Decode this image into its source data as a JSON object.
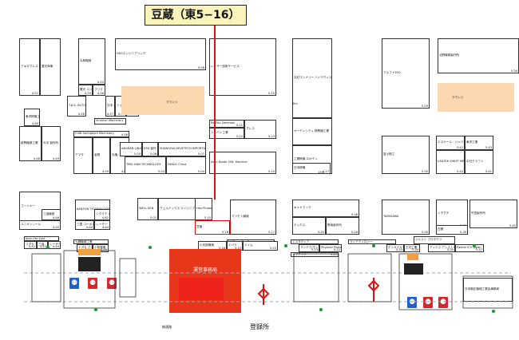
{
  "callout": {
    "title": "豆蔵（東5−16）"
  },
  "booths": [
    {
      "name": "アキダプレス システム",
      "code": "4-51"
    },
    {
      "name": "菱光商事",
      "code": ""
    },
    {
      "name": "丸和機械",
      "code": "4-54"
    },
    {
      "name": "電光 エンジニアリング",
      "code": "4-55"
    },
    {
      "name": "T.K.S. AUTOMATION",
      "code": "4-58"
    },
    {
      "name": "プリマ",
      "code": "4-56"
    },
    {
      "name": "日本 ロボット",
      "code": "4-57"
    },
    {
      "name": "ジェーイー システム",
      "code": "4-57"
    },
    {
      "name": "日本ロボ 工業会",
      "code": "4-59"
    },
    {
      "name": "Vinstron Machinery",
      "code": ""
    },
    {
      "name": "HSGエンジニアリング",
      "code": "5-08"
    },
    {
      "name": "ラウンジ",
      "code": ""
    },
    {
      "name": "レーザー技術サービス",
      "code": "5-10"
    },
    {
      "name": "東洋精機工業",
      "code": "4-60"
    },
    {
      "name": "新興機械工業",
      "code": "4-48"
    },
    {
      "name": "大宇 製作所",
      "code": "4-49"
    },
    {
      "name": "FHW Springtech Machinery",
      "code": "4-58"
    },
    {
      "name": "アマダ",
      "code": ""
    },
    {
      "name": "金剛",
      "code": "4-59"
    },
    {
      "name": "光機",
      "code": "4-60"
    },
    {
      "name": "ANGRAN LINXIN TRADING",
      "code": "5-00"
    },
    {
      "name": "ESD 製作",
      "code": "5-06"
    },
    {
      "name": "SHANGHAI DEVETECH IMPORT&EXPORT",
      "code": "5-07"
    },
    {
      "name": "TING HAN TECHNOLOGY",
      "code": "5-03"
    },
    {
      "name": "FANUC China",
      "code": "5-04"
    },
    {
      "name": "RadTec Denmark",
      "code": "5-11"
    },
    {
      "name": "トーバン工業",
      "code": "5-12"
    },
    {
      "name": "プレス",
      "code": "5-13"
    },
    {
      "name": "Jinan Bodor CNC Machine",
      "code": "5-14"
    },
    {
      "name": "丸紅マシナリー ハイテクノス",
      "code": ""
    },
    {
      "name": "オーテンシティ 精興機工業",
      "code": ""
    },
    {
      "name": "工業精機 ロボテン",
      "code": ""
    },
    {
      "name": "日本精機",
      "code": "5-27"
    },
    {
      "name": "アルファTKG",
      "code": "5-29"
    },
    {
      "name": "富士精工",
      "code": "5-30"
    },
    {
      "name": "エスケール・ジャパン",
      "code": "5-42"
    },
    {
      "name": "東洋工業",
      "code": "5-43"
    },
    {
      "name": "LANTEK SHEET METAL SOLUTIONS",
      "code": "5-40"
    },
    {
      "name": "中日クラフト",
      "code": "5-41"
    },
    {
      "name": "北野機械製作所",
      "code": "5-34"
    },
    {
      "name": "ゴーシャー",
      "code": "4-47"
    },
    {
      "name": "三協機械",
      "code": "4-46"
    },
    {
      "name": "ユニオンシール",
      "code": "4-45"
    },
    {
      "name": "KANTON TECHNOLOGY",
      "code": "4-61"
    },
    {
      "name": "シグマテック ジャパン",
      "code": "4-62"
    },
    {
      "name": "三菱 コーポレーション",
      "code": "4-64"
    },
    {
      "name": "レーザー",
      "code": "4-63"
    },
    {
      "name": "WELL KEN",
      "code": "5-01"
    },
    {
      "name": "ヴェルテックス エンジニアリング",
      "code": "5-02"
    },
    {
      "name": "Hex Photonics",
      "code": "5-15"
    },
    {
      "name": "豆蔵",
      "code": "5-16"
    },
    {
      "name": "マツモト機械",
      "code": "5-17"
    },
    {
      "name": "キャドマック",
      "code": "5-36"
    },
    {
      "name": "テンホス",
      "code": "5-25"
    },
    {
      "name": "野坂製作所",
      "code": "5-26"
    },
    {
      "name": "TAMIGAWA",
      "code": "5-30"
    },
    {
      "name": "イチグチ",
      "code": "5-38"
    },
    {
      "name": "白銀",
      "code": "5-39"
    },
    {
      "name": "竹田製作所",
      "code": "5-45"
    },
    {
      "name": "Jinan Far East",
      "code": ""
    },
    {
      "name": "コダカ",
      "code": "4-42"
    },
    {
      "name": "三協",
      "code": "4-43"
    },
    {
      "name": "レーザー",
      "code": "4-44"
    },
    {
      "name": "九鋼機械工業",
      "code": ""
    },
    {
      "name": "ナガセ アイヴィール",
      "code": "4-65"
    },
    {
      "name": "小松建機",
      "code": "4-66"
    },
    {
      "name": "NCネットワーク",
      "code": ""
    },
    {
      "name": "エスタディア",
      "code": ""
    },
    {
      "name": "Physical Photon",
      "code": "5-22"
    },
    {
      "name": "ランテク/ホシ",
      "code": "5-23"
    },
    {
      "name": "ルブテック",
      "code": "5-21"
    },
    {
      "name": "ランテクノロジー",
      "code": ""
    },
    {
      "name": "ジャスト プロダクツ",
      "code": ""
    },
    {
      "name": "ホシオミヤ",
      "code": "5-33"
    },
    {
      "name": "王光工業",
      "code": "5-34"
    },
    {
      "name": "Dental ICO Japan",
      "code": "5-37"
    },
    {
      "name": "ティエス アシストバイ",
      "code": "5-35"
    },
    {
      "name": "日本鍛圧機械工業会事務局",
      "code": ""
    },
    {
      "name": "小矢部機械",
      "code": "5-18"
    },
    {
      "name": "エバラ",
      "code": "5-19"
    },
    {
      "name": "エイム",
      "code": "5-20"
    }
  ],
  "labels": {
    "office": "運営事務局",
    "registration": "登録所",
    "entrance": "総通路",
    "lounge": "ラウンジ",
    "lounge2": "ラウンジ",
    "hall_code_left": "Slm",
    "hall_code_right": "15m"
  },
  "colors": {
    "red": "#e01010",
    "lounge": "#fbd8b0",
    "callout": "#fbf4b8",
    "office": "#e8361a"
  }
}
